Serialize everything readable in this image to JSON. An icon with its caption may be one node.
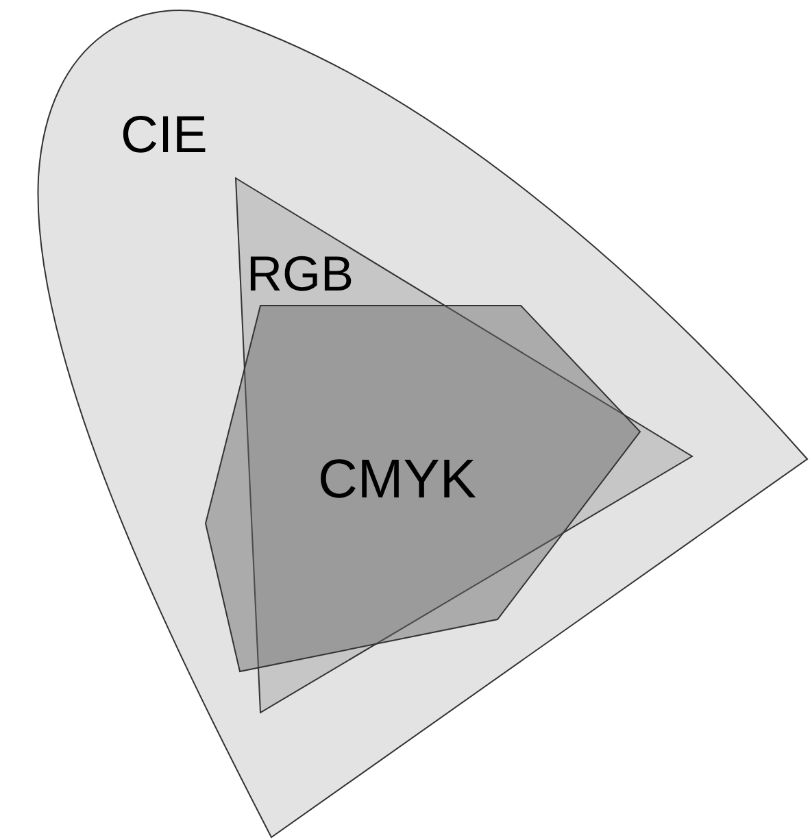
{
  "diagram": {
    "nodes": [
      {
        "text": [
          "CIE"
        ]
      },
      {
        "text": [
          "RGB"
        ],
        "in": 0
      },
      {
        "text": [
          "CMYK"
        ],
        "in": 0
      }
    ]
  }
}
